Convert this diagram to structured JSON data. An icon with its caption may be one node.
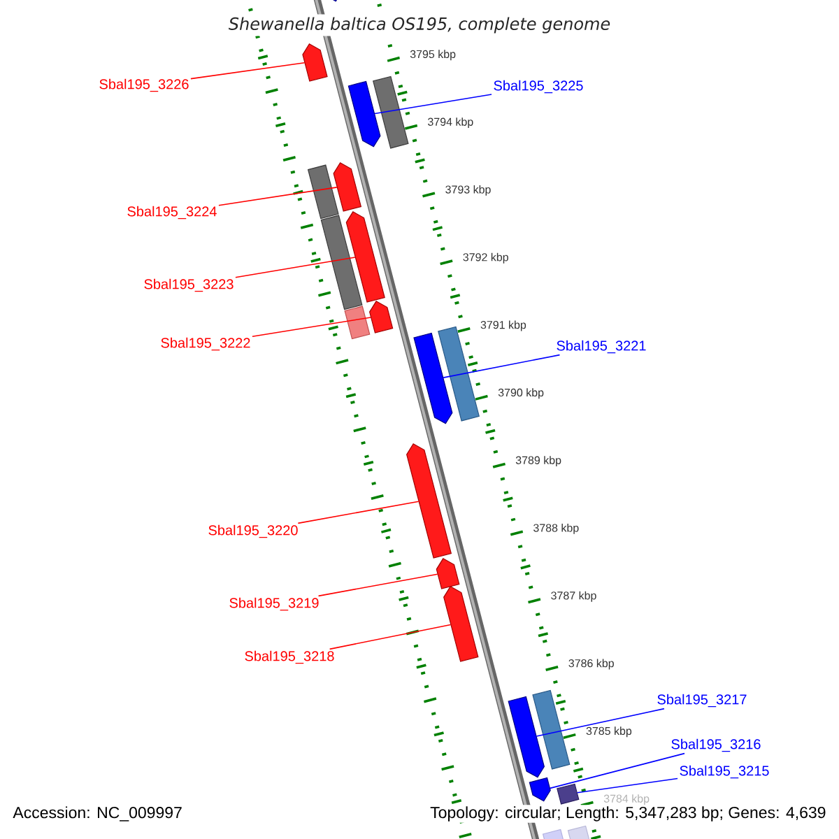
{
  "diagram": {
    "title": "Shewanella baltica OS195, complete genome",
    "nodes": [
      {
        "text": [
          "Sbal195_3226"
        ]
      },
      {
        "text": [
          "Sbal195_3225"
        ]
      },
      {
        "text": [
          "Sbal195_3224"
        ]
      },
      {
        "text": [
          "Sbal195_3223"
        ]
      },
      {
        "text": [
          "Sbal195_3222"
        ]
      },
      {
        "text": [
          "Sbal195_3221"
        ]
      },
      {
        "text": [
          "Sbal195_3220"
        ]
      },
      {
        "text": [
          "Sbal195_3219"
        ]
      },
      {
        "text": [
          "Sbal195_3218"
        ]
      },
      {
        "text": [
          "Sbal195_3217"
        ]
      },
      {
        "text": [
          "Sbal195_3216"
        ]
      },
      {
        "text": [
          "Sbal195_3215"
        ]
      },
      {
        "text": [],
        "shape": "arrow"
      },
      {
        "text": [],
        "shape": "arrow"
      },
      {
        "text": [],
        "shape": "arrow"
      },
      {
        "text": [],
        "shape": "arrow"
      },
      {
        "text": [],
        "shape": "arrow"
      },
      {
        "text": [],
        "shape": "arrow"
      },
      {
        "text": [],
        "shape": "arrow"
      },
      {
        "text": [],
        "shape": "arrow"
      },
      {
        "text": [],
        "shape": "arrow"
      },
      {
        "text": [],
        "shape": "arrow"
      },
      {
        "text": [],
        "shape": "arrow"
      },
      {
        "text": [],
        "shape": "arrow"
      }
    ],
    "edges": [
      {
        "from": 0,
        "to": 12,
        "arrow": "none"
      },
      {
        "from": 1,
        "to": 13,
        "arrow": "none",
        "color": "#0000ff"
      },
      {
        "from": 2,
        "to": 14,
        "arrow": "none"
      },
      {
        "from": 3,
        "to": 15,
        "arrow": "none"
      },
      {
        "from": 4,
        "to": 16,
        "arrow": "none"
      },
      {
        "from": 5,
        "to": 17,
        "arrow": "none",
        "color": "#0000ff"
      },
      {
        "from": 6,
        "to": 18,
        "arrow": "none"
      },
      {
        "from": 7,
        "to": 19,
        "arrow": "none"
      },
      {
        "from": 8,
        "to": 20,
        "arrow": "none"
      },
      {
        "from": 9,
        "to": 21,
        "arrow": "none",
        "color": "#0000ff"
      },
      {
        "from": 10,
        "to": 22,
        "arrow": "none",
        "color": "#0000ff"
      },
      {
        "from": 11,
        "to": 23,
        "arrow": "none",
        "color": "#0000ff"
      }
    ],
    "labels": [
      "3795 kbp",
      "3794 kbp",
      "3793 kbp",
      "3792 kbp",
      "3791 kbp",
      "3790 kbp",
      "3789 kbp",
      "3788 kbp",
      "3787 kbp",
      "3786 kbp",
      "3785 kbp",
      "3784 kbp",
      "Accession: NC_009997",
      "Topology: circular; Length: 5,347,283 bp; Genes: 4,639"
    ]
  }
}
